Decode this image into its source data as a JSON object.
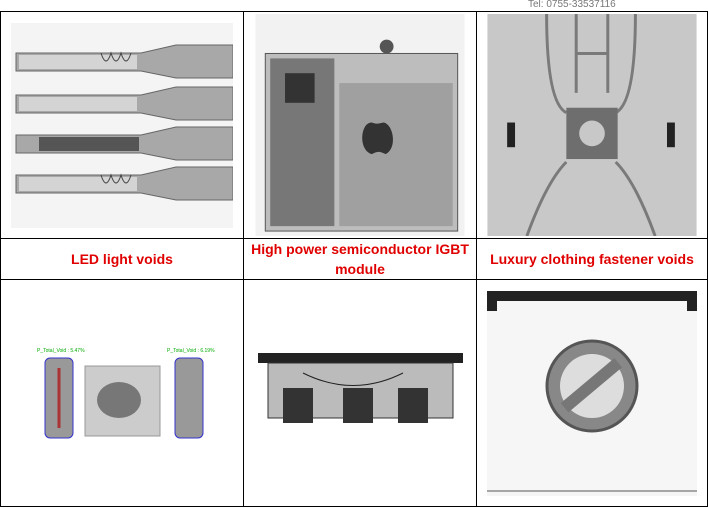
{
  "header": {
    "tel": "Tel: 0755-33537116"
  },
  "labels": [
    "LED light voids",
    "High power semiconductor IGBT module",
    "Luxury clothing fastener voids"
  ],
  "annotations": {
    "left_void": "P_Total_Void : 5.47%",
    "right_void": "P_Total_Void : 6.19%"
  }
}
